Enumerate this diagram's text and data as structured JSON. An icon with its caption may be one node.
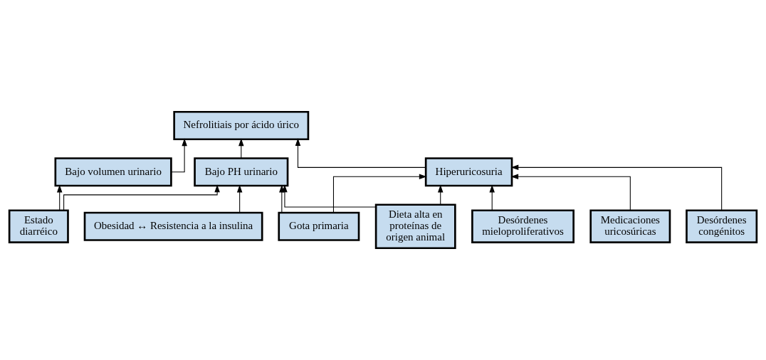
{
  "diagram": {
    "nodes": [
      {
        "text": [
          "Nefrolitiais por ácido úrico"
        ]
      },
      {
        "text": [
          "Bajo volumen urinario"
        ]
      },
      {
        "text": [
          "Bajo PH urinario"
        ]
      },
      {
        "text": [
          "Hiperuricosuria"
        ]
      },
      {
        "text": [
          "Estado diarréico"
        ]
      },
      {
        "text": [
          "Dieta alta en proteínas de origen animal"
        ]
      },
      {
        "text": [
          "Gota primaria"
        ]
      },
      {
        "text": [
          "Obesidad ↔ Resistencia a la insulina"
        ]
      },
      {
        "text": [
          "Desórdenes mieloproliferativos"
        ]
      },
      {
        "text": [
          "Medicaciones uricosúricas"
        ]
      },
      {
        "text": [
          "Desórdenes congénitos"
        ]
      }
    ],
    "edges": [
      {
        "from": 1,
        "to": 0,
        "arrow": "to"
      },
      {
        "from": 2,
        "to": 0,
        "arrow": "to"
      },
      {
        "from": 3,
        "to": 0,
        "arrow": "to"
      },
      {
        "from": 4,
        "to": 1,
        "arrow": "to"
      },
      {
        "from": 4,
        "to": 2,
        "arrow": "to"
      },
      {
        "from": 5,
        "to": 2,
        "arrow": "to"
      },
      {
        "from": 5,
        "to": 3,
        "arrow": "to"
      },
      {
        "from": 6,
        "to": 2,
        "arrow": "to"
      },
      {
        "from": 6,
        "to": 3,
        "arrow": "to"
      },
      {
        "from": 7,
        "to": 2,
        "arrow": "to"
      },
      {
        "from": 8,
        "to": 3,
        "arrow": "to"
      },
      {
        "from": 9,
        "to": 3,
        "arrow": "to"
      },
      {
        "from": 10,
        "to": 3,
        "arrow": "to"
      }
    ]
  }
}
